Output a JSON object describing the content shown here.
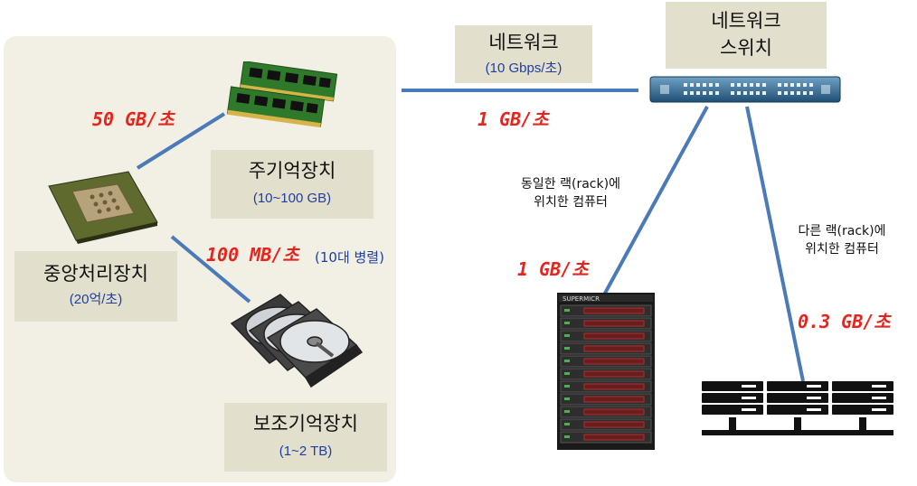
{
  "colors": {
    "panel": "#f2efe4",
    "label_bg": "#e3dfcd",
    "link": "#4a7ab8",
    "speed": "#e8231c",
    "sub_text": "#1f3f9f"
  },
  "cpu": {
    "name": "중앙처리장치",
    "spec": "(20억/초)"
  },
  "memory": {
    "name": "주기억장치",
    "spec": "(10~100 GB)"
  },
  "disk": {
    "name": "보조기억장치",
    "spec": "(1~2 TB)"
  },
  "network": {
    "name": "네트워크",
    "spec": "(10 Gbps/초)"
  },
  "switch": {
    "line1": "네트워크",
    "line2": "스위치"
  },
  "links": {
    "cpu_memory": "50 GB/초",
    "cpu_disk": "100 MB/초",
    "cpu_disk_note": "(10대 병렬)",
    "network": "1 GB/초",
    "same_rack": "1 GB/초",
    "other_rack": "0.3 GB/초"
  },
  "notes": {
    "same_rack_1": "동일한 랙(rack)에",
    "same_rack_2": "위치한 컴퓨터",
    "other_rack_1": "다른 랙(rack)에",
    "other_rack_2": "위치한 컴퓨터"
  },
  "server_brand": "SUPERMICR",
  "icons": [
    "ram-module-icon",
    "cpu-chip-icon",
    "hard-disk-icon",
    "network-switch-icon",
    "server-rack-icon",
    "server-group-icon"
  ]
}
